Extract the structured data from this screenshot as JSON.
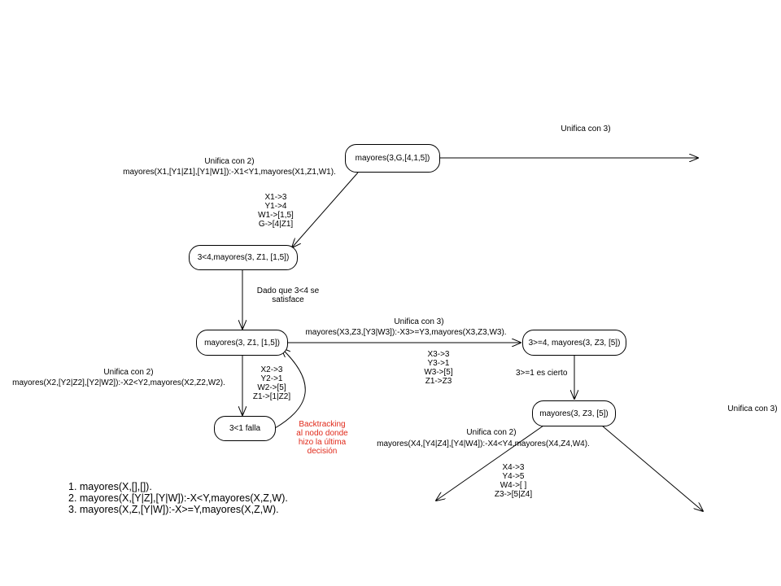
{
  "nodes": {
    "n1": "mayores(3,G,[4,1,5])",
    "n2": "3<4,mayores(3, Z1, [1,5])",
    "n3": "mayores(3, Z1, [1,5])",
    "n4": "3<1 falla",
    "n5": "3>=4, mayores(3, Z3, [5])",
    "n6": "mayores(3, Z3, [5])"
  },
  "labels": {
    "unif3_top": "Unifica con 3)",
    "unif2_top": "Unifica con 2)",
    "clause2_top": "mayores(X1,[Y1|Z1],[Y1|W1]):-X1<Y1,mayores(X1,Z1,W1).",
    "subst1": [
      "X1->3",
      "Y1->4",
      "W1->[1,5]",
      "G->[4|Z1]"
    ],
    "dado_que": [
      "Dado que 3<4 se",
      "satisface"
    ],
    "unif2_left": "Unifica con 2)",
    "clause2_left": "mayores(X2,[Y2|Z2],[Y2|W2]):-X2<Y2,mayores(X2,Z2,W2).",
    "subst2": [
      "X2->3",
      "Y2->1",
      "W2->[5]",
      "Z1->[1|Z2]"
    ],
    "backtracking": [
      "Backtracking",
      "al nodo donde",
      "hizo la última",
      "decisión"
    ],
    "unif3_mid": "Unifica con 3)",
    "clause3_mid": "mayores(X3,Z3,[Y3|W3]):-X3>=Y3,mayores(X3,Z3,W3).",
    "subst3": [
      "X3->3",
      "Y3->1",
      "W3->[5]",
      "Z1->Z3"
    ],
    "cierto": "3>=1 es cierto",
    "unif2_bottom": "Unifica con 2)",
    "clause2_bottom": "mayores(X4,[Y4|Z4],[Y4|W4]):-X4<Y4,mayores(X4,Z4,W4).",
    "subst4": [
      "X4->3",
      "Y4->5",
      "W4->[ ]",
      "Z3->[5|Z4]"
    ],
    "unif3_right": "Unifica con 3)"
  },
  "rules": [
    "1. mayores(X,[],[]).",
    "2. mayores(X,[Y|Z],[Y|W]):-X<Y,mayores(X,Z,W).",
    "3. mayores(X,Z,[Y|W]):-X>=Y,mayores(X,Z,W)."
  ]
}
